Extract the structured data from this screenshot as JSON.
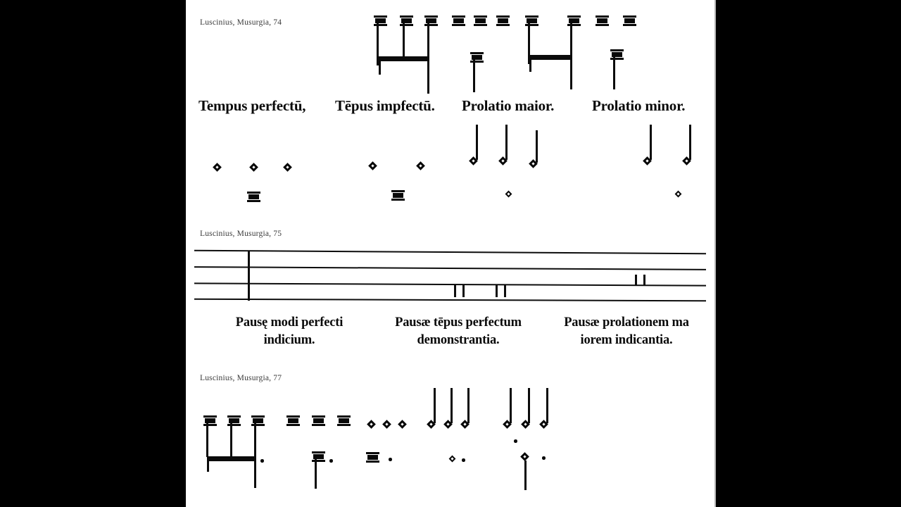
{
  "document": {
    "title": "Luscinius, Musurgia — mensural notation plates",
    "page_background": "#ffffff",
    "letterbox_background": "#000000",
    "ink_color": "#0a0a0a"
  },
  "sections": [
    {
      "id": "plate-74",
      "source_caption": "Luscinius, Musurgia, 74",
      "mensuration_labels": [
        "Tempus perfectū,",
        "Tēpus impfectū.",
        "Prolatio maior.",
        "Prolatio minor."
      ]
    },
    {
      "id": "plate-75",
      "source_caption": "Luscinius, Musurgia, 75",
      "rest_captions": [
        {
          "line1": "Pausę modi perfecti",
          "line2": "indicium."
        },
        {
          "line1": "Pausæ tēpus perfectum",
          "line2": "demonstrantia."
        },
        {
          "line1": "Pausæ prolationem ma",
          "line2": "iorem indicantia."
        }
      ]
    },
    {
      "id": "plate-77",
      "source_caption": "Luscinius, Musurgia, 77"
    }
  ]
}
